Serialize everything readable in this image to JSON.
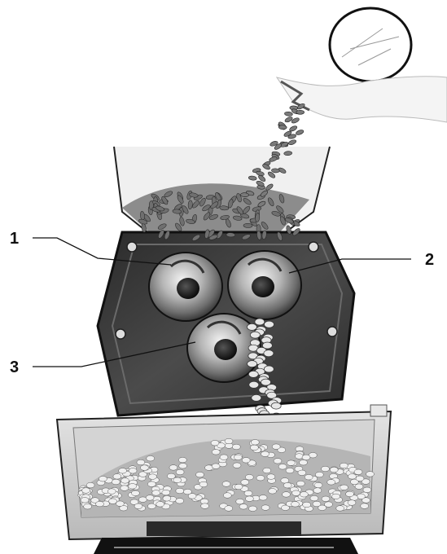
{
  "diagram": {
    "callouts": [
      {
        "id": "roller-1",
        "label": "1"
      },
      {
        "id": "roller-2",
        "label": "2"
      },
      {
        "id": "roller-3",
        "label": "3"
      }
    ]
  },
  "colors": {
    "ink": "#111111",
    "housing": "#3a3a3a",
    "housing_dark": "#1c1c1c",
    "roller": "#9a9a9a",
    "grain": "#8a8a8a",
    "box_wood": "#cfcfcf"
  }
}
